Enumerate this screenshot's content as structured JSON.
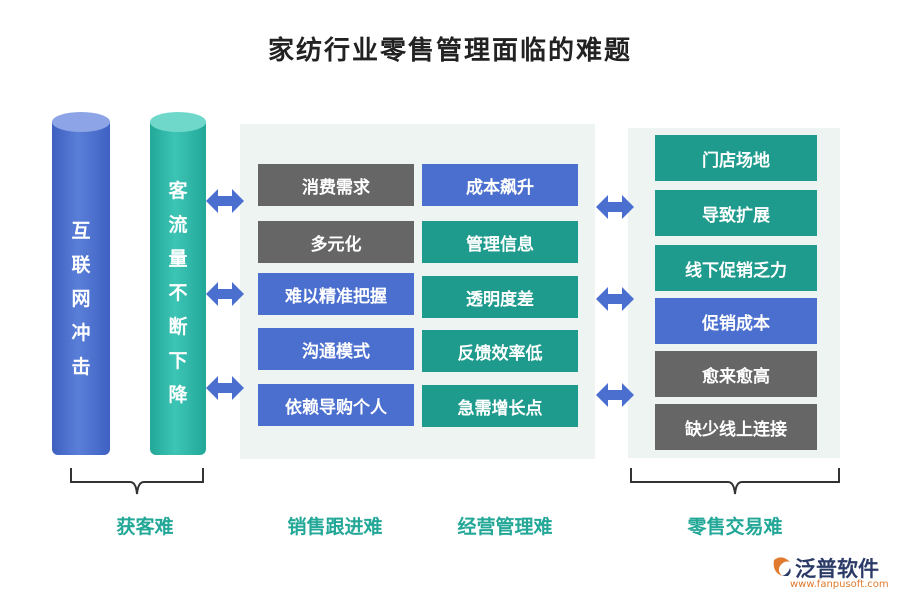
{
  "title": "家纺行业零售管理面临的难题",
  "left_columns": [
    {
      "text": [
        "互",
        "联",
        "网",
        "冲",
        "击"
      ],
      "color": "#4a6fcf"
    },
    {
      "text": [
        "客",
        "流",
        "量",
        "不",
        "断",
        "下",
        "降"
      ],
      "color": "#23a898"
    }
  ],
  "middle": {
    "col1": [
      "消费需求",
      "多元化",
      "难以精准把握",
      "沟通模式",
      "依赖导购个人"
    ],
    "col2": [
      "成本飙升",
      "管理信息",
      "透明度差",
      "反馈效率低",
      "急需增长点"
    ]
  },
  "right": [
    "门店场地",
    "导致扩展",
    "线下促销乏力",
    "促销成本",
    "愈来愈高",
    "缺少线上连接"
  ],
  "categories": {
    "left": "获客难",
    "mid1": "销售跟进难",
    "mid2": "经营管理难",
    "right": "零售交易难"
  },
  "colors": {
    "gray": "#666666",
    "blue": "#4a6fcf",
    "teal": "#1e9b8c",
    "arrow": "#4a6fcf",
    "category": "#23a898"
  },
  "logo": {
    "name": "泛普软件",
    "url": "www.fanpusoft.com"
  }
}
